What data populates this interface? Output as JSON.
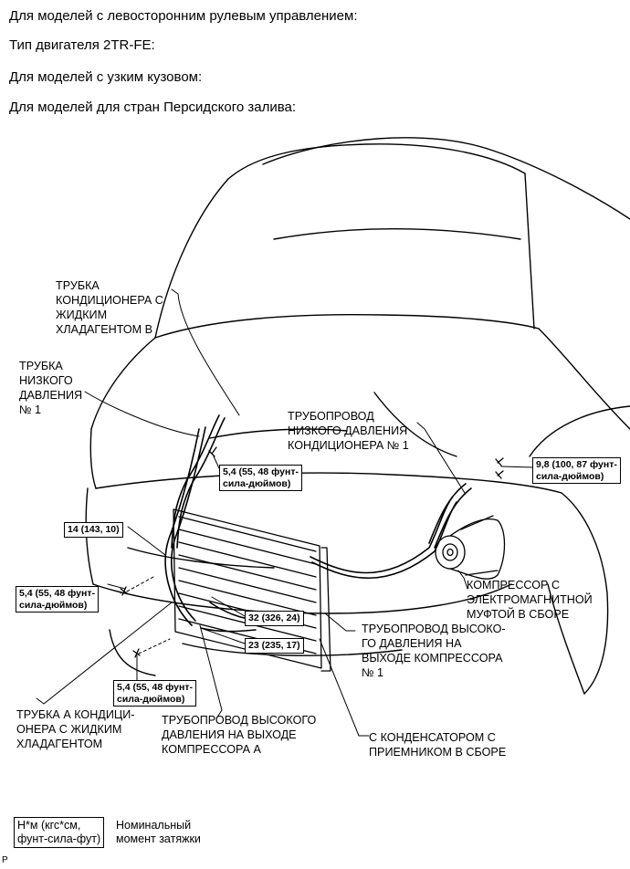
{
  "header": {
    "line1": "Для моделей с левосторонним рулевым управлением:",
    "line2": "Тип двигателя 2TR-FE:",
    "line3": "Для моделей с узким кузовом:",
    "line4": "Для моделей для стран Персидского залива:"
  },
  "labels": {
    "liquid_pipe_b": "ТРУБКА\nКОНДИЦИОНЕРА С\nЖИДКИМ\nХЛАДАГЕНТОМ В",
    "low_pressure_pipe_1": "ТРУБКА\nНИЗКОГО\nДАВЛЕНИЯ\n№ 1",
    "low_pressure_line_1": "ТРУБОПРОВОД\nНИЗКОГО ДАВЛЕНИЯ\nКОНДИЦИОНЕРА № 1",
    "compressor": "КОМПРЕССОР С\nЭЛЕКТРОМАГНИТНОЙ\nМУФТОЙ В СБОРЕ",
    "discharge_line_1": "ТРУБОПРОВОД ВЫСОКО-\nГО ДАВЛЕНИЯ НА\nВЫХОДЕ КОМПРЕССОРА\n№ 1",
    "liquid_pipe_a": "ТРУБКА А КОНДИЦИ-\nОНЕРА С ЖИДКИМ\nХЛАДАГЕНТОМ",
    "discharge_line_a": "ТРУБОПРОВОД ВЫСОКОГО\nДАВЛЕНИЯ НА ВЫХОДЕ\nКОМПРЕССОРА А",
    "condenser": "С КОНДЕНСАТОРОМ С\nПРИЕМНИКОМ В СБОРЕ"
  },
  "torques": {
    "t1": "5,4 (55, 48 фунт-\nсила-дюймов)",
    "t2": "9,8 (100, 87 фунт-\nсила-дюймов)",
    "t3": "14 (143, 10)",
    "t4": "5,4 (55, 48 фунт-\nсила-дюймов)",
    "t5": "32 (326, 24)",
    "t6": "23 (235, 17)",
    "t7": "5,4 (55, 48 фунт-\nсила-дюймов)"
  },
  "legend": {
    "box": "Н*м (кгс*см,\nфунт-сила-фут)",
    "text": "Номинальный\nмомент затяжки"
  },
  "corner_mark": "P"
}
